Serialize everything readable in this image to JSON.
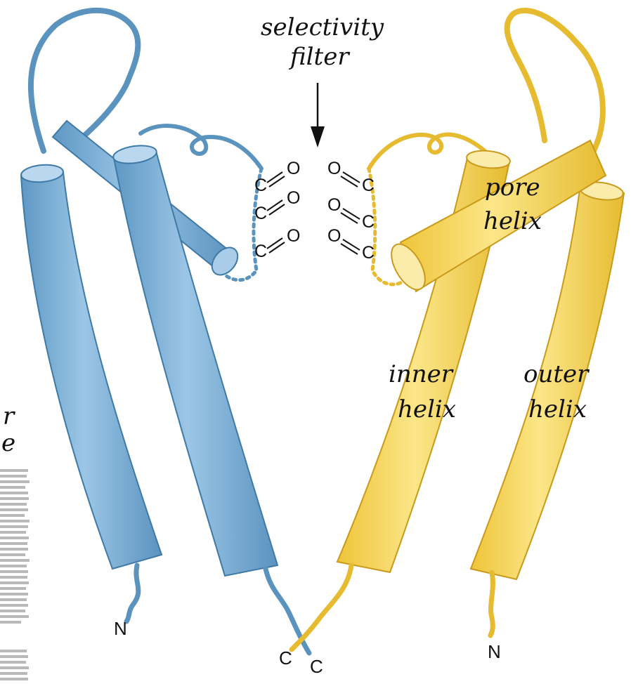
{
  "labels": {
    "selectivity_line1": "selectivity",
    "selectivity_line2": "filter",
    "pore_line1": "pore",
    "pore_line2": "helix",
    "inner_line1": "inner",
    "inner_line2": "helix",
    "outer_line1": "outer",
    "outer_line2": "helix",
    "partial_line1": "r",
    "partial_line2": "e"
  },
  "termini": {
    "blue_left_end": "N",
    "blue_right_end": "C",
    "yellow_inner_end": "C",
    "yellow_outer_end": "N"
  },
  "filter": {
    "carbon": "C",
    "oxygen": "O"
  },
  "colors": {
    "blue_fill": "#7fb3d8",
    "blue_dark": "#4f8cb8",
    "blue_light": "#b9d7ee",
    "yellow_fill": "#f7d85a",
    "yellow_dark": "#e2b92e",
    "yellow_light": "#fcecac",
    "ink": "#111111"
  }
}
